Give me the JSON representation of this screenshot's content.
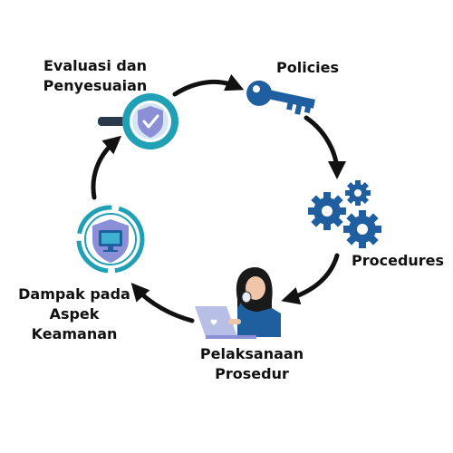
{
  "nodes": {
    "evaluasi": {
      "line1": "Evaluasi dan",
      "line2": "Penyesuaian"
    },
    "policies": {
      "label": "Policies"
    },
    "procedures": {
      "label": "Procedures"
    },
    "pelaksanaan": {
      "line1": "Pelaksanaan",
      "line2": "Prosedur"
    },
    "dampak": {
      "line1": "Dampak pada",
      "line2": "Aspek",
      "line3": "Keamanan"
    }
  },
  "icons": {
    "evaluasi": "magnifier-shield-check-icon",
    "policies": "key-icon",
    "procedures": "gears-icon",
    "pelaksanaan": "person-laptop-icon",
    "dampak": "monitor-shield-icon"
  },
  "colors": {
    "primary": "#1f5fa0",
    "teal": "#1fa0b4",
    "lavender": "#8a8fd6",
    "arrow": "#111111"
  }
}
